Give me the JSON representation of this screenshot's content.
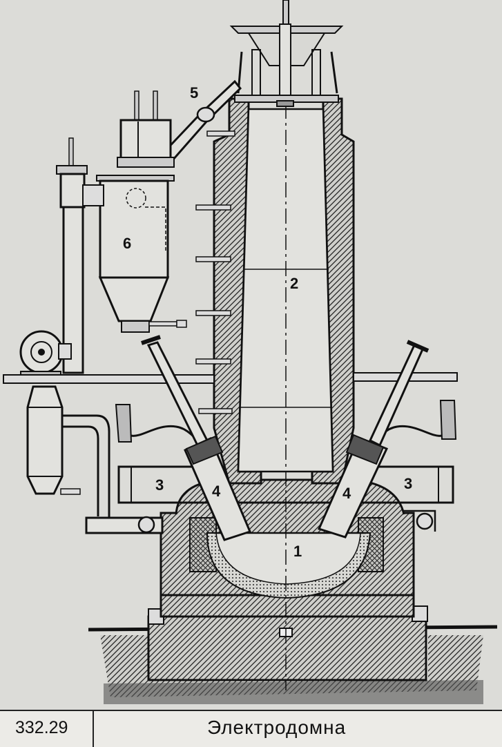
{
  "diagram": {
    "labels": {
      "hearth": "1",
      "shaft": "2",
      "left_duct": "3",
      "right_duct": "3",
      "left_electrode": "4",
      "right_electrode": "4",
      "gas_pipe": "5",
      "dust_catcher": "6"
    }
  },
  "caption": {
    "code": "332.29",
    "title": "Электродомна"
  }
}
